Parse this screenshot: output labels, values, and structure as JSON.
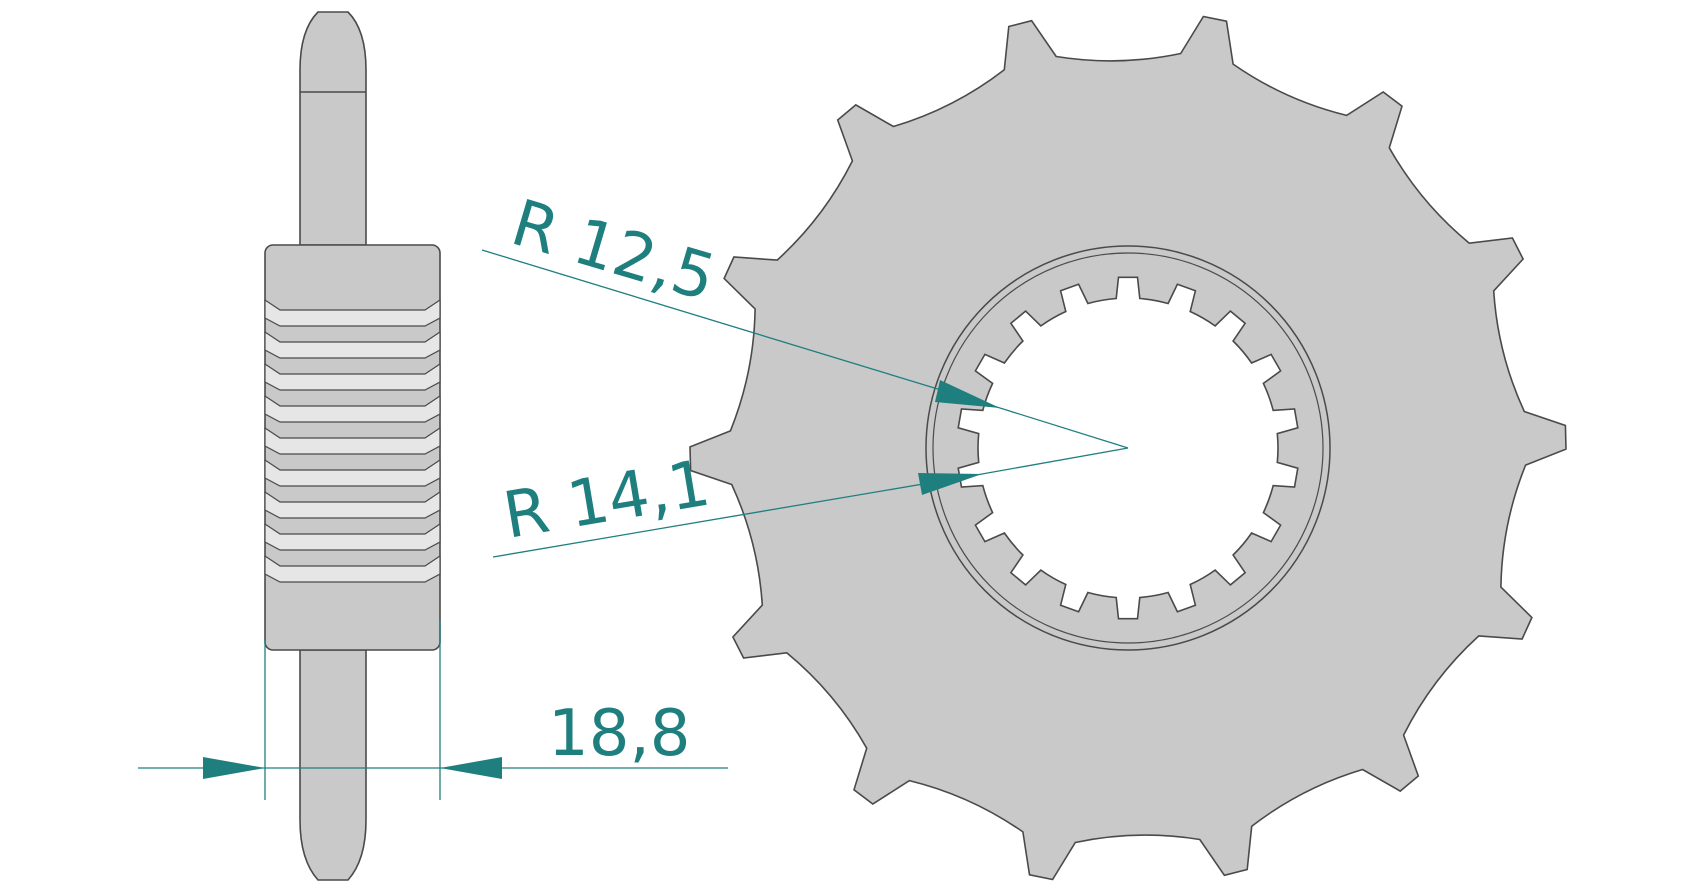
{
  "dimensions": {
    "inner_radius": "R  12,5",
    "outer_radius": "R  14,1",
    "thickness": "18,8"
  },
  "sprocket": {
    "teeth": 14,
    "splines": 18
  },
  "colors": {
    "part_fill": "#c9c9c9",
    "part_stroke": "#4a4a4a",
    "dimension": "#1f7f7f",
    "background": "#ffffff"
  }
}
